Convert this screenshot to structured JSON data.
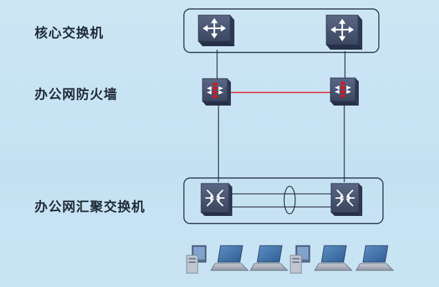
{
  "layers": {
    "core": "核心交换机",
    "firewall": "办公网防火墙",
    "aggregation": "办公网汇聚交换机"
  },
  "colors": {
    "background": "#c9e4f4",
    "device_body": "#44506b",
    "device_top": "#6d7c99",
    "device_side": "#2e3850",
    "ha_link": "#e0141b",
    "link": "#2a2f3a",
    "group_border": "#1e2a3e"
  },
  "icons": {
    "core_switch": "router-arrows-icon",
    "firewall": "firewall-icon",
    "aggregation_switch": "switch-arrows-icon",
    "endpoint": "laptop-icon",
    "desktop": "desktop-pc-icon"
  }
}
